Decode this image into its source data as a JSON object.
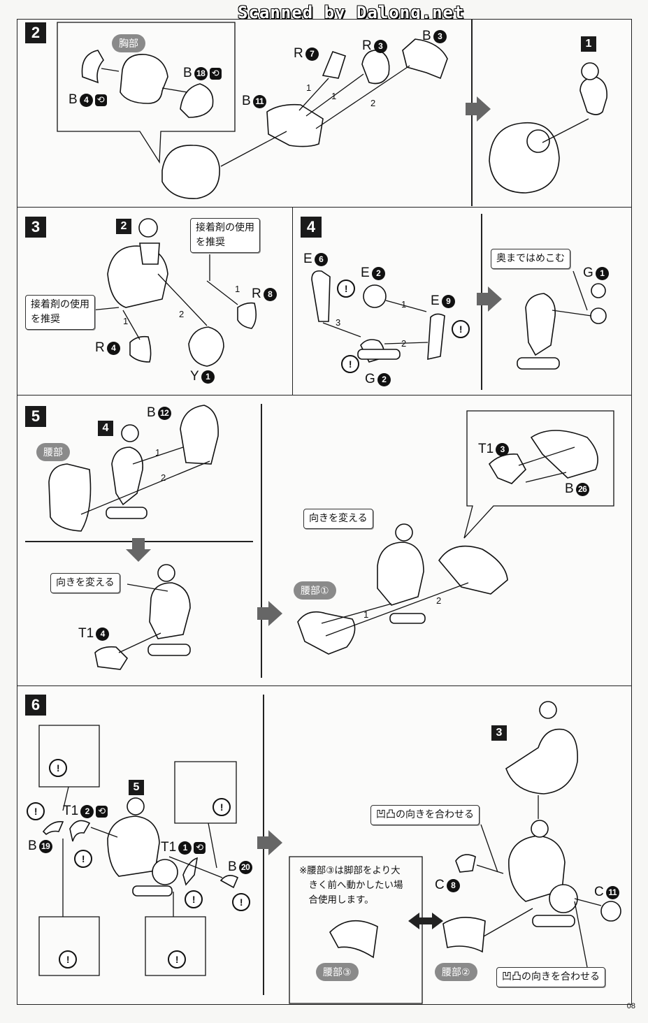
{
  "watermark": "Scanned by Dalong.net",
  "page_number": "08",
  "step2": {
    "number": "2",
    "chest_pill": "胸部",
    "ref_step": "1",
    "labels": {
      "b18": {
        "letter": "B",
        "num": "18"
      },
      "b4": {
        "letter": "B",
        "num": "4"
      },
      "r7": {
        "letter": "R",
        "num": "7"
      },
      "r3": {
        "letter": "R",
        "num": "3"
      },
      "b3": {
        "letter": "B",
        "num": "3"
      },
      "b11": {
        "letter": "B",
        "num": "11"
      }
    },
    "orders": [
      "1",
      "1",
      "2"
    ]
  },
  "step3": {
    "number": "3",
    "ref_step": "2",
    "callout_top": [
      "接着剤の使用",
      "を推奨"
    ],
    "callout_left": [
      "接着剤の使用",
      "を推奨"
    ],
    "labels": {
      "r8": {
        "letter": "R",
        "num": "8"
      },
      "r4": {
        "letter": "R",
        "num": "4"
      },
      "y1": {
        "letter": "Y",
        "num": "1"
      }
    },
    "orders": [
      "1",
      "1",
      "2"
    ]
  },
  "step4": {
    "number": "4",
    "callout": "奥まではめこむ",
    "labels": {
      "e6": {
        "letter": "E",
        "num": "6"
      },
      "e2": {
        "letter": "E",
        "num": "2"
      },
      "e9": {
        "letter": "E",
        "num": "9"
      },
      "g2": {
        "letter": "G",
        "num": "2"
      },
      "g1": {
        "letter": "G",
        "num": "1"
      }
    },
    "orders": [
      "1",
      "2",
      "3"
    ]
  },
  "step5": {
    "number": "5",
    "ref_step": "4",
    "waist_pill": "腰部",
    "waist1_pill": "腰部①",
    "callout_left": "向きを変える",
    "callout_right": "向きを変える",
    "labels": {
      "b12": {
        "letter": "B",
        "num": "12"
      },
      "t1_4": {
        "letter": "T1",
        "num": "4"
      },
      "t1_3": {
        "letter": "T1",
        "num": "3"
      },
      "b26": {
        "letter": "B",
        "num": "26"
      }
    },
    "orders": [
      "1",
      "2",
      "1",
      "2"
    ]
  },
  "step6": {
    "number": "6",
    "ref_step5": "5",
    "ref_step3": "3",
    "labels": {
      "t1_2": {
        "letter": "T1",
        "num": "2"
      },
      "b19": {
        "letter": "B",
        "num": "19"
      },
      "t1_1": {
        "letter": "T1",
        "num": "1"
      },
      "b20": {
        "letter": "B",
        "num": "20"
      },
      "c8": {
        "letter": "C",
        "num": "8"
      },
      "c11": {
        "letter": "C",
        "num": "11"
      }
    },
    "callout_top": "凹凸の向きを合わせる",
    "callout_bottom": "凹凸の向きを合わせる",
    "note": [
      "※腰部③は脚部をより大",
      "　きく前へ動かしたい場",
      "　合使用します。"
    ],
    "waist3_pill": "腰部③",
    "waist2_pill": "腰部②",
    "attention": "!"
  }
}
